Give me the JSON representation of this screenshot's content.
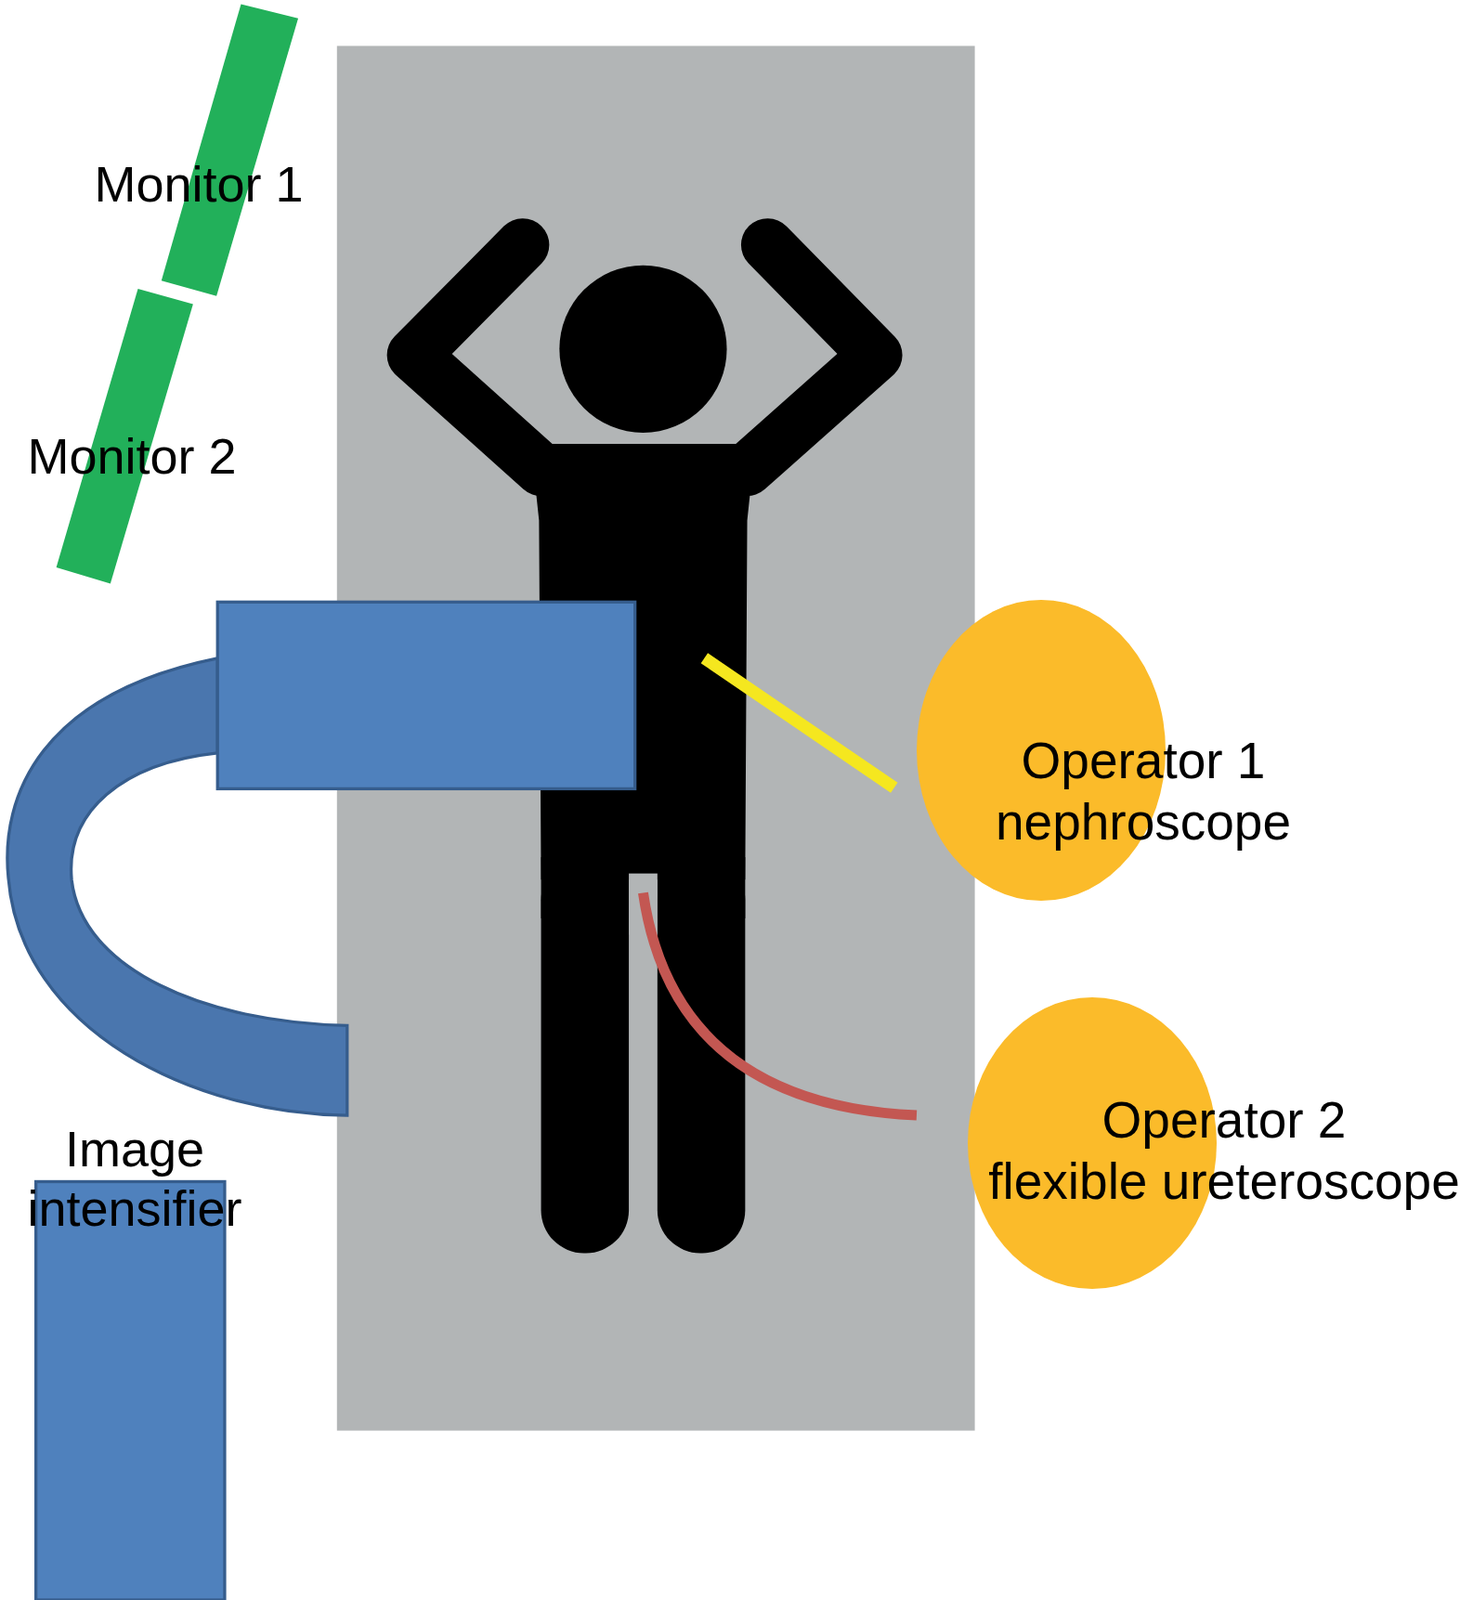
{
  "diagram": {
    "nodes": [
      {
        "text": [
          "Operator 1",
          "nephroscope"
        ]
      },
      {
        "text": [
          "Operator 2",
          "flexible ureteroscope"
        ]
      }
    ],
    "labels": [
      "Monitor 1",
      "Monitor 2",
      "Image intensifier"
    ]
  }
}
